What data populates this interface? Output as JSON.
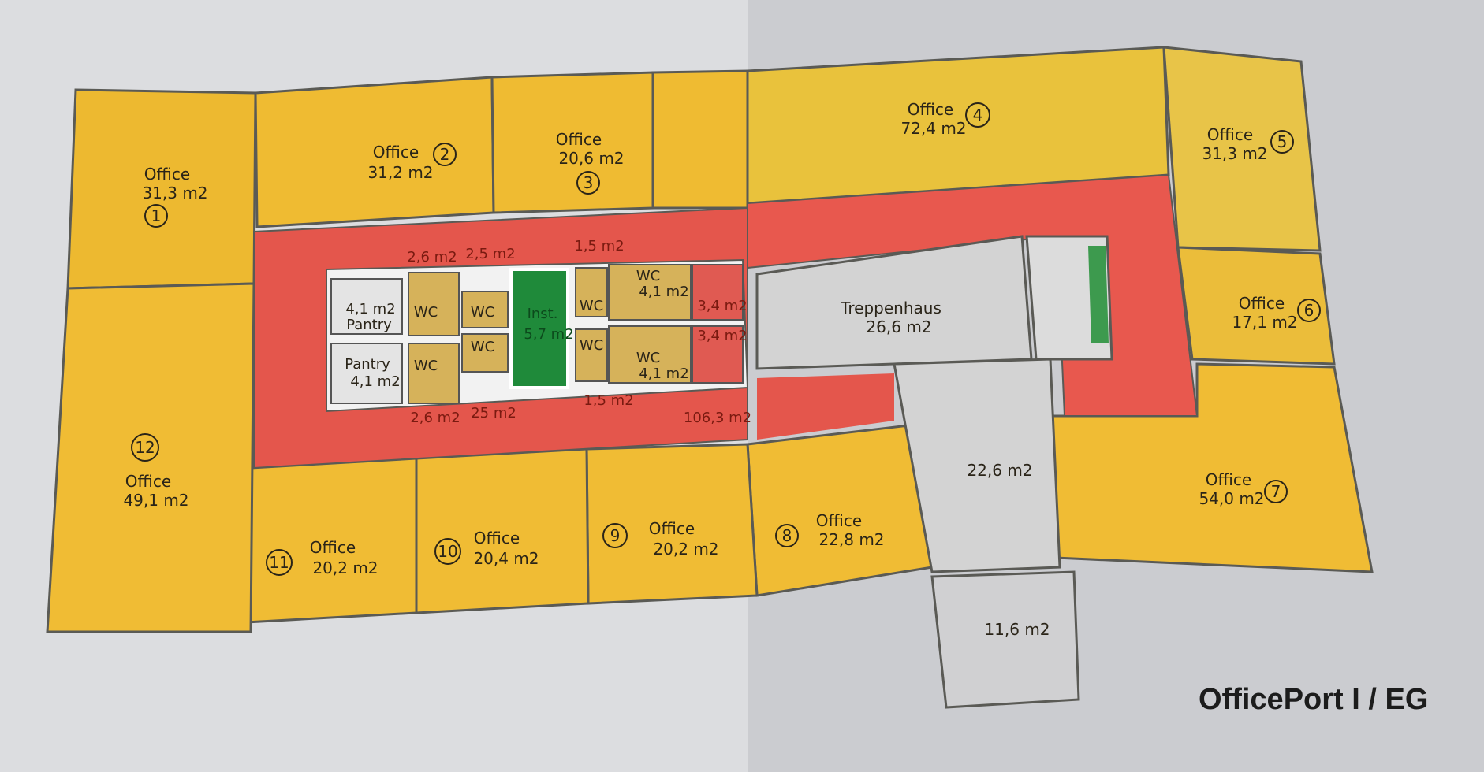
{
  "plan": {
    "title": "OfficePort I / EG",
    "colors": {
      "office": "#edb930",
      "corridor": "#e4564c",
      "core": "#d6b25a",
      "service": "#d3d3d3",
      "install": "#1f8a3a",
      "paper": "#e2e3e5"
    },
    "offices": [
      {
        "id": "1",
        "label": "Office",
        "area": "31,3 m2"
      },
      {
        "id": "2",
        "label": "Office",
        "area": "31,2 m2"
      },
      {
        "id": "3",
        "label": "Office",
        "area": "20,6 m2"
      },
      {
        "id": "4",
        "label": "Office",
        "area": "72,4 m2"
      },
      {
        "id": "5",
        "label": "Office",
        "area": "31,3 m2"
      },
      {
        "id": "6",
        "label": "Office",
        "area": "17,1 m2"
      },
      {
        "id": "7",
        "label": "Office",
        "area": "54,0 m2"
      },
      {
        "id": "8",
        "label": "Office",
        "area": "22,8 m2"
      },
      {
        "id": "9",
        "label": "Office",
        "area": "20,2 m2"
      },
      {
        "id": "10",
        "label": "Office",
        "area": "20,4 m2"
      },
      {
        "id": "11",
        "label": "Office",
        "area": "20,2 m2"
      },
      {
        "id": "12",
        "label": "Office",
        "area": "49,1 m2"
      }
    ],
    "core": {
      "pantry_top": {
        "label": "Pantry",
        "area": "4,1 m2"
      },
      "pantry_bottom": {
        "label": "Pantry",
        "area": "4,1 m2"
      },
      "wc_label": "WC",
      "wc_area_a": "2,6 m2",
      "wc_area_b": "2,5 m2",
      "wc_area_c": "2,6 m2",
      "wc_area_d": "25 m2",
      "wc_area_e": "1,5 m2",
      "wc_area_f": "1,5 m2",
      "wc_area_g": "4,1 m2",
      "wc_area_h": "4,1 m2",
      "inst": {
        "label": "Inst.",
        "area": "5,7 m2"
      },
      "small_a": "3,4 m2",
      "small_b": "3,4 m2",
      "corridor_area": "106,3 m2"
    },
    "stair": {
      "label": "Treppenhaus",
      "area": "26,6 m2"
    },
    "lobby_area": "22,6 m2",
    "entry_area": "11,6 m2"
  }
}
